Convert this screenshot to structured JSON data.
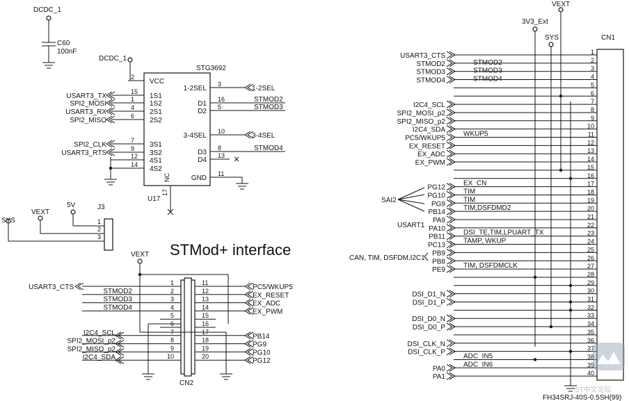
{
  "title": "STMod+ interface",
  "watermark": "ST中文论坛",
  "nets": {
    "dcdc1": "DCDC_1",
    "v3v3ext": "3V3_Ext",
    "vext": "VEXT",
    "sys": "SYS",
    "v5": "5V"
  },
  "cap": {
    "ref": "C60",
    "value": "100nF"
  },
  "u17": {
    "ref": "U17",
    "part": "STG3692",
    "left_pins": [
      {
        "num": "2",
        "name": "VCC",
        "net": "DCDC_1"
      },
      {
        "num": "15",
        "name": "1S1",
        "net": "USART3_TX"
      },
      {
        "num": "1",
        "name": "1S2",
        "net": "SPI2_MOSI"
      },
      {
        "num": "4",
        "name": "2S1",
        "net": "USART3_RX"
      },
      {
        "num": "6",
        "name": "2S2",
        "net": "SPI2_MISO"
      },
      {
        "num": "7",
        "name": "3S1",
        "net": "SPI2_CLK"
      },
      {
        "num": "9",
        "name": "3S2",
        "net": "USART3_RTS"
      },
      {
        "num": "12",
        "name": "4S1",
        "net": ""
      },
      {
        "num": "14",
        "name": "4S2",
        "net": ""
      }
    ],
    "right_pins": [
      {
        "num": "3",
        "name": "1-2SEL",
        "net": "1-2SEL"
      },
      {
        "num": "16",
        "name": "D1",
        "net": "STMOD2"
      },
      {
        "num": "5",
        "name": "D2",
        "net": "STMOD3"
      },
      {
        "num": "10",
        "name": "3-4SEL",
        "net": "3-4SEL"
      },
      {
        "num": "8",
        "name": "D3",
        "net": "STMOD4"
      },
      {
        "num": "13",
        "name": "D4",
        "net": ""
      },
      {
        "num": "11",
        "name": "GND",
        "net": ""
      }
    ],
    "nc_pin": {
      "num": "17",
      "name": "NC"
    }
  },
  "j3": {
    "ref": "J3",
    "pins": [
      "1",
      "2",
      "3"
    ]
  },
  "cn2": {
    "ref": "CN2",
    "left_nets": [
      "USART3_CTS",
      "STMOD2",
      "STMOD3",
      "STMOD4",
      "",
      "",
      "I2C4_SCL",
      "SPI2_MOSI_p2",
      "SPI2_MISO_p2",
      "I2C4_SDA"
    ],
    "left_nums": [
      "1",
      "2",
      "3",
      "4",
      "5",
      "6",
      "7",
      "8",
      "9",
      "10"
    ],
    "right_nums": [
      "11",
      "12",
      "13",
      "14",
      "15",
      "16",
      "17",
      "18",
      "19",
      "20"
    ],
    "right_nets": [
      "PC5/WKUP5",
      "EX_RESET",
      "EX_ADC",
      "EX_PWM",
      "",
      "",
      "PB14",
      "PG9",
      "PG10",
      "PG12"
    ]
  },
  "cn1": {
    "ref": "CN1",
    "part": "FH34SRJ-40S-0.5SH(99)",
    "pins": [
      "1",
      "2",
      "3",
      "4",
      "5",
      "6",
      "7",
      "8",
      "9",
      "10",
      "11",
      "12",
      "13",
      "14",
      "15",
      "16",
      "17",
      "18",
      "19",
      "20",
      "21",
      "22",
      "23",
      "24",
      "25",
      "26",
      "27",
      "28",
      "29",
      "30",
      "31",
      "32",
      "33",
      "34",
      "35",
      "36",
      "37",
      "38",
      "39",
      "40"
    ],
    "nets": [
      "USART3_CTS",
      "STMOD2",
      "STMOD3",
      "STMOD4",
      "",
      "",
      "I2C4_SCL",
      "SPI2_MOSI_p2",
      "SPI2_MISO_p2",
      "I2C4_SDA",
      "PC5/WKUP5",
      "EX_RESET",
      "EX_ADC",
      "EX_PWM",
      "",
      "",
      "PG12",
      "PG10",
      "PG9",
      "PB14",
      "PA9",
      "PA10",
      "PB11",
      "PC13",
      "PB9",
      "PB8",
      "PE9",
      "",
      "",
      "DSI_D1_N",
      "DSI_D1_P",
      "",
      "DSI_D0_N",
      "DSI_D0_P",
      "",
      "DSI_CLK_N",
      "DSI_CLK_P",
      "",
      "PA0",
      "PA1"
    ],
    "funcs": [
      "",
      "",
      "",
      "",
      "",
      "",
      "",
      "",
      "",
      "",
      "WKUP5",
      "",
      "",
      "",
      "",
      "",
      "EX_CN",
      "TIM",
      "TIM",
      "TIM,DSFDMD2",
      "",
      "",
      "DSI_TE,TIM,LPUART_TX",
      "TAMP, WKUP",
      "",
      "",
      "TIM, DSFDMCLK",
      "",
      "",
      "",
      "",
      "",
      "",
      "",
      "",
      "",
      "",
      "ADC_IN5",
      "ADC_IN6",
      ""
    ],
    "group_labels": {
      "sai2": "SAI2",
      "usart1": "USART1",
      "can": "CAN, TIM, DSFDM,I2C1"
    }
  }
}
